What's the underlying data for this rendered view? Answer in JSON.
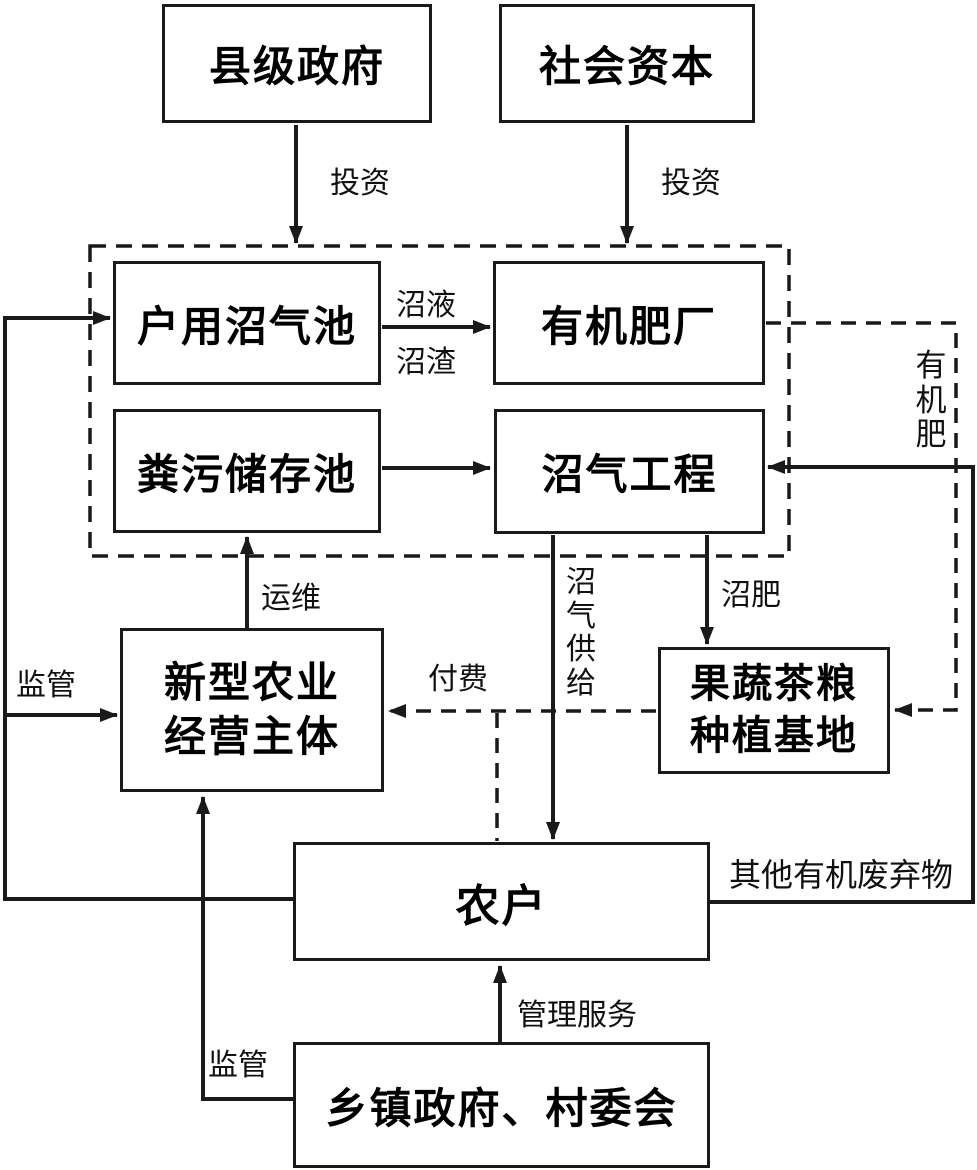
{
  "boxes": {
    "county_gov": "县级政府",
    "social_capital": "社会资本",
    "household_biogas_pool": "户用沼气池",
    "organic_fertilizer_plant": "有机肥厂",
    "manure_storage_pool": "粪污储存池",
    "biogas_project": "沼气工程",
    "new_agri_entity": {
      "line1": "新型农业",
      "line2": "经营主体"
    },
    "planting_base": {
      "line1": "果蔬茶粮",
      "line2": "种植基地"
    },
    "farmers": "农户",
    "township_gov_village": "乡镇政府、村委会"
  },
  "edge_labels": {
    "invest_left": "投资",
    "invest_right": "投资",
    "biogas_slurry": "沼液",
    "biogas_residue": "沼渣",
    "organic_fertilizer": "有机肥",
    "operation_maintenance": "运维",
    "supervision_left": "监管",
    "payment": "付费",
    "biogas_supply": "沼气供给",
    "biogas_manure": "沼肥",
    "other_organic_waste": "其他有机废弃物",
    "supervision_bottom": "监管",
    "management_service": "管理服务"
  },
  "colors": {
    "line": "#1a1a1a",
    "background": "#ffffff",
    "box_fill": "#ffffff",
    "text": "#000000"
  }
}
